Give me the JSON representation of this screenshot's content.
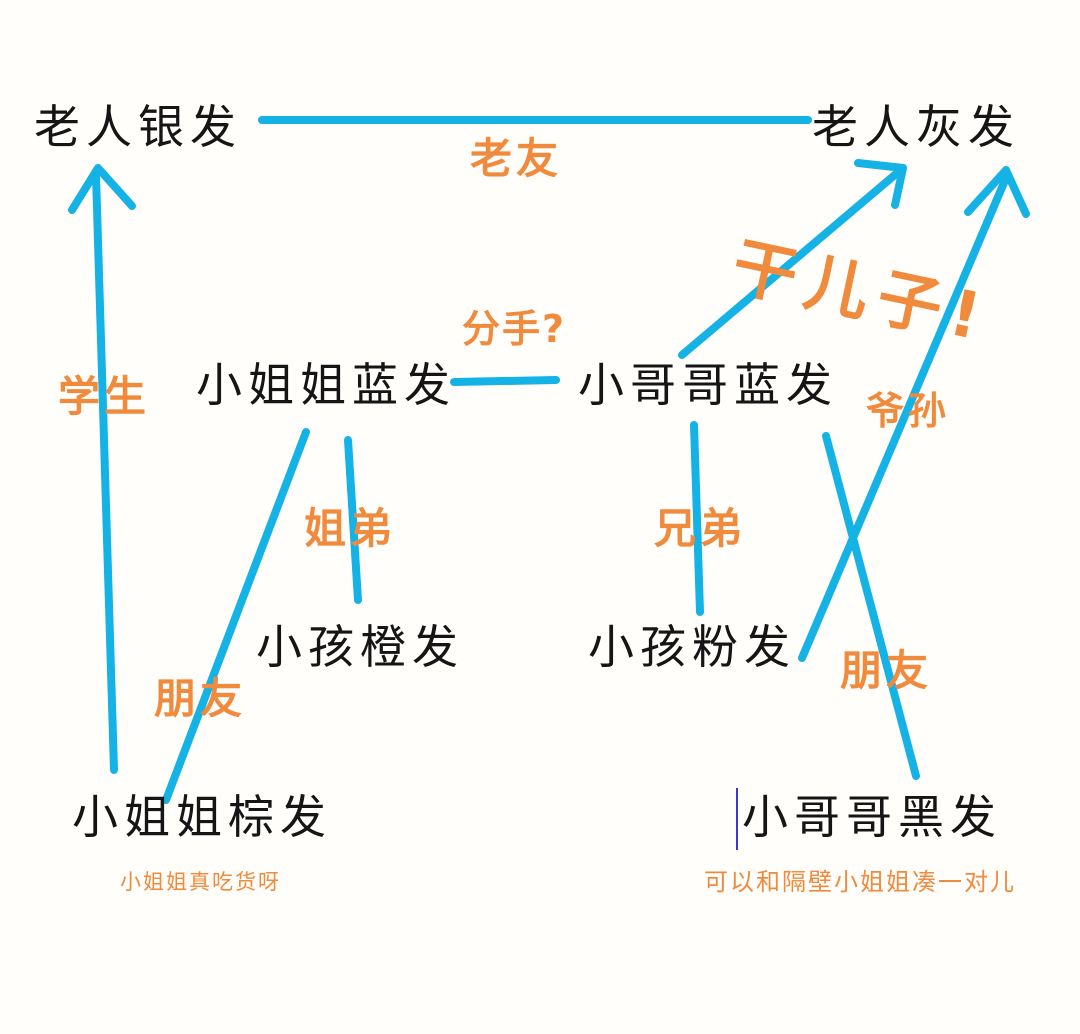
{
  "colors": {
    "line": "#15b2e6",
    "relation_text": "#f08a3c",
    "node_text": "#151515",
    "background": "#fffefb"
  },
  "nodes": {
    "old_silver": "老人银发",
    "old_gray": "老人灰发",
    "miss_blue": "小姐姐蓝发",
    "bro_blue": "小哥哥蓝发",
    "kid_orange": "小孩橙发",
    "kid_pink": "小孩粉发",
    "miss_brown": "小姐姐棕发",
    "bro_black": "小哥哥黑发"
  },
  "relations": {
    "old_friends": "老友",
    "breakup": "分手?",
    "adopted_son": "干儿子!",
    "student": "学生",
    "sister_brother": "姐弟",
    "brothers": "兄弟",
    "grandpa_grandson": "爷孙",
    "friend_left": "朋友",
    "friend_right": "朋友"
  },
  "notes": {
    "miss_brown": "小姐姐真吃货呀",
    "bro_black": "可以和隔壁小姐姐凑一对儿"
  }
}
